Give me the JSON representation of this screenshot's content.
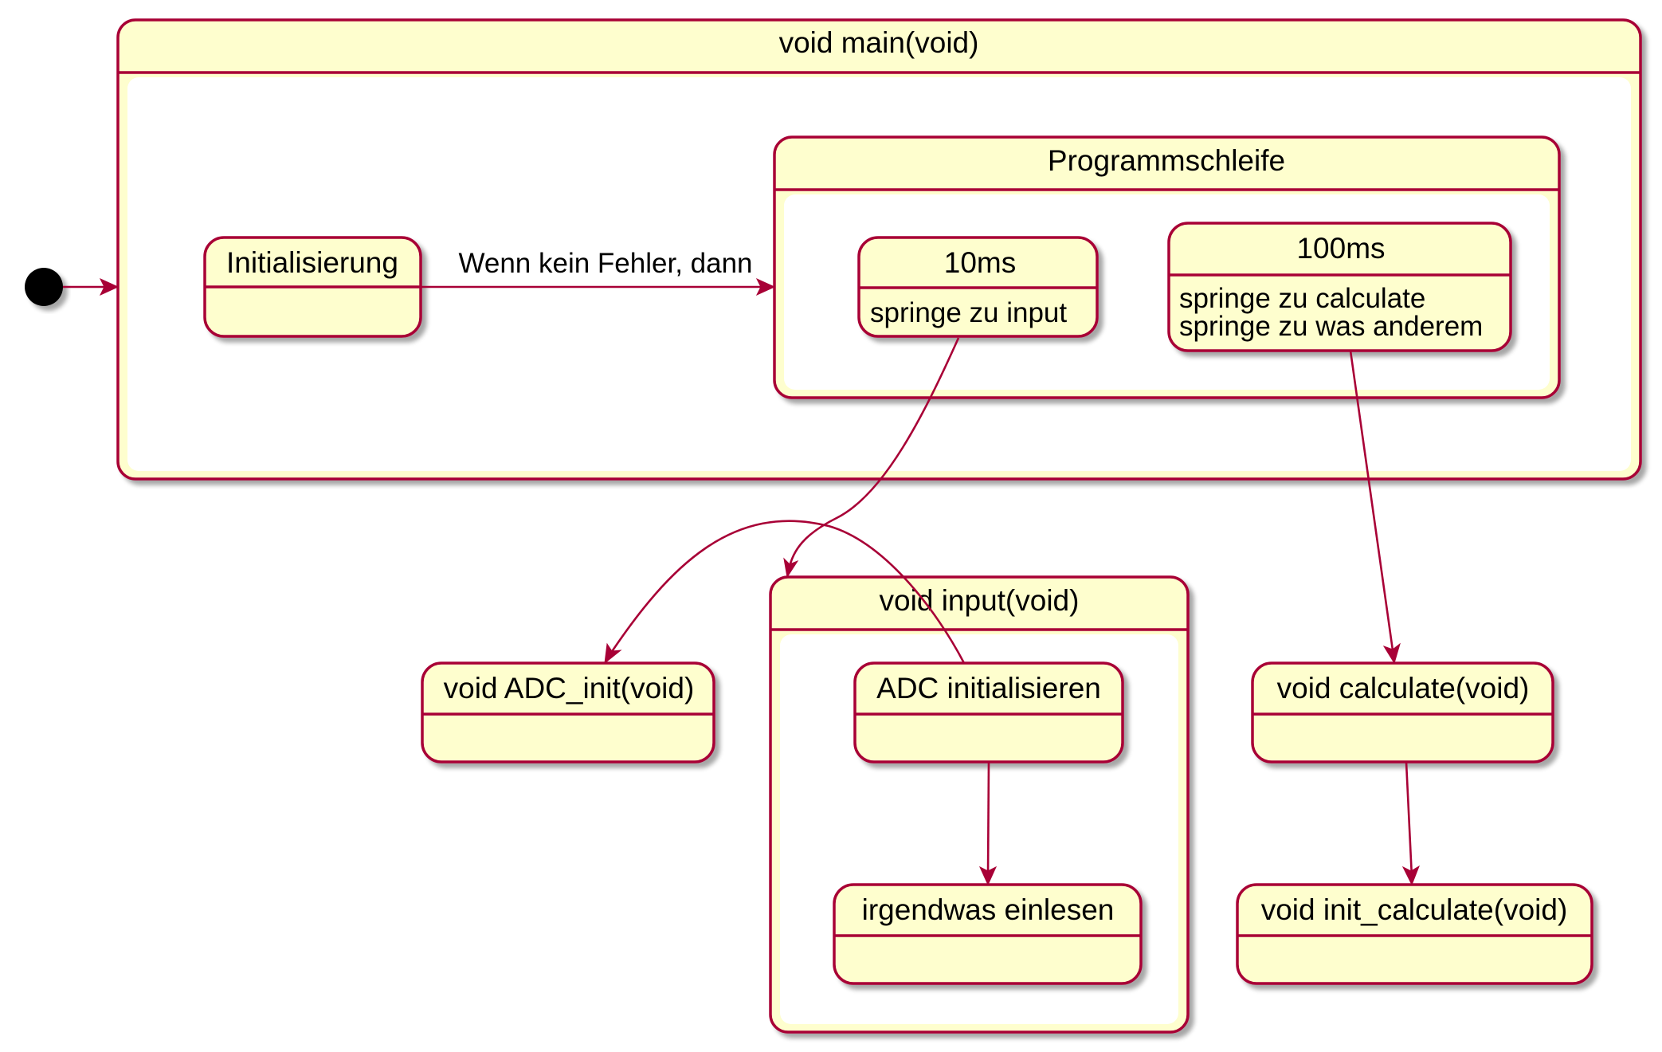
{
  "diagram": {
    "composites": {
      "main": {
        "title": "void main(void)"
      },
      "loop": {
        "title": "Programmschleife"
      },
      "input": {
        "title": "void input(void)"
      }
    },
    "states": {
      "init": {
        "title": "Initialisierung",
        "lines": []
      },
      "ms10": {
        "title": "10ms",
        "lines": [
          "springe zu input"
        ]
      },
      "ms100": {
        "title": "100ms",
        "lines": [
          "springe zu calculate",
          "springe zu was anderem"
        ]
      },
      "adc_init_fn": {
        "title": "void ADC_init(void)",
        "lines": []
      },
      "adc_init_step": {
        "title": "ADC initialisieren",
        "lines": []
      },
      "read_step": {
        "title": "irgendwas einlesen",
        "lines": []
      },
      "calculate": {
        "title": "void calculate(void)",
        "lines": []
      },
      "init_calculate": {
        "title": "void init_calculate(void)",
        "lines": []
      }
    },
    "transitions": [
      {
        "from": "start",
        "to": "main",
        "label": ""
      },
      {
        "from": "init",
        "to": "loop",
        "label": "Wenn kein Fehler, dann"
      },
      {
        "from": "ms10",
        "to": "input",
        "label": ""
      },
      {
        "from": "adc_init_step",
        "to": "adc_init_fn",
        "label": ""
      },
      {
        "from": "adc_init_step",
        "to": "read_step",
        "label": ""
      },
      {
        "from": "ms100",
        "to": "calculate",
        "label": ""
      },
      {
        "from": "calculate",
        "to": "init_calculate",
        "label": ""
      }
    ],
    "colors": {
      "state_fill": "#FEFECE",
      "state_border": "#A80036",
      "arrow": "#A80036",
      "initial_node": "#000000"
    }
  }
}
